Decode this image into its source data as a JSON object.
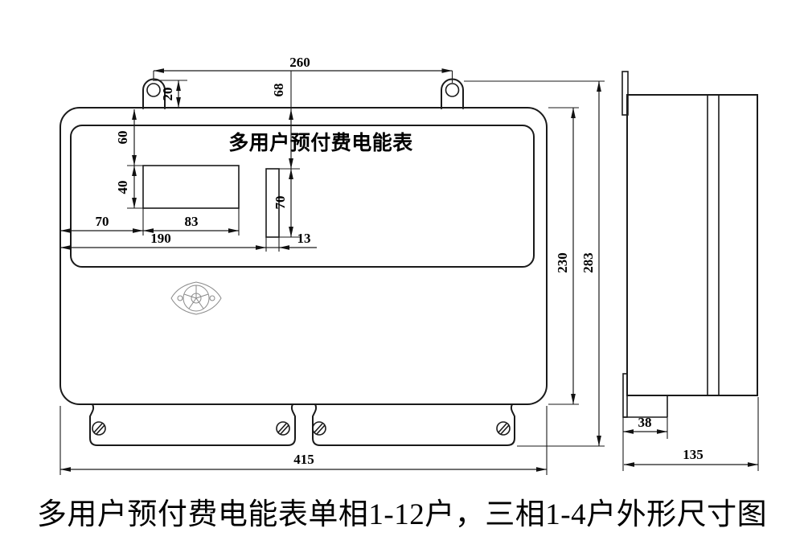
{
  "title": "多用户预付费电能表单相1-12户，三相1-4户外形尺寸图",
  "front_view": {
    "label": "多用户预付费电能表",
    "dims": {
      "mount_hole_span": "260",
      "lug_hole_offset": "20",
      "slot_from_top": "68",
      "display_from_top": "60",
      "display_height": "40",
      "display_from_left": "70",
      "display_width": "83",
      "slot_from_left": "190",
      "slot_width": "13",
      "slot_height": "70",
      "body_height": "230",
      "overall_height": "283",
      "overall_width": "415"
    }
  },
  "side_view": {
    "dims": {
      "terminal_step_depth": "38",
      "overall_depth": "135"
    }
  }
}
